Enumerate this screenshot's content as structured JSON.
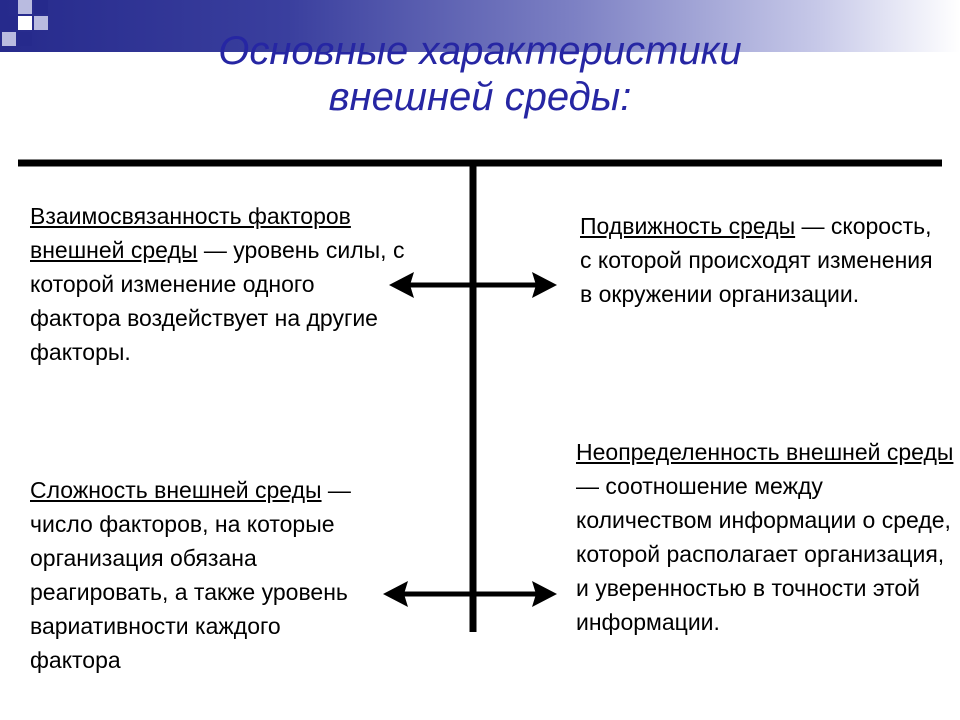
{
  "title": {
    "line1": "Основные характеристики",
    "line2": "внешней среды:"
  },
  "colors": {
    "title": "#2626a3",
    "banner": "#262a8c",
    "line": "#000000"
  },
  "blocks": {
    "interconnectedness": {
      "term": "Взаимосвязанность факторов внешней среды",
      "definition": " — уровень силы, с которой изменение одного фактора воздействует на другие факторы."
    },
    "mobility": {
      "term": "Подвижность среды",
      "definition": " — скорость, с которой происходят изменения в окружении организации."
    },
    "complexity": {
      "term": "Сложность внешней среды",
      "definition": " — число факторов, на которые организация обязана реагировать, а также уровень вариативности каждого фактора"
    },
    "uncertainty": {
      "term": "Неопределенность внешней среды",
      "definition": " — соотношение между количеством информации о среде, которой располагает организация, и уверенностью в точности этой информации."
    }
  }
}
